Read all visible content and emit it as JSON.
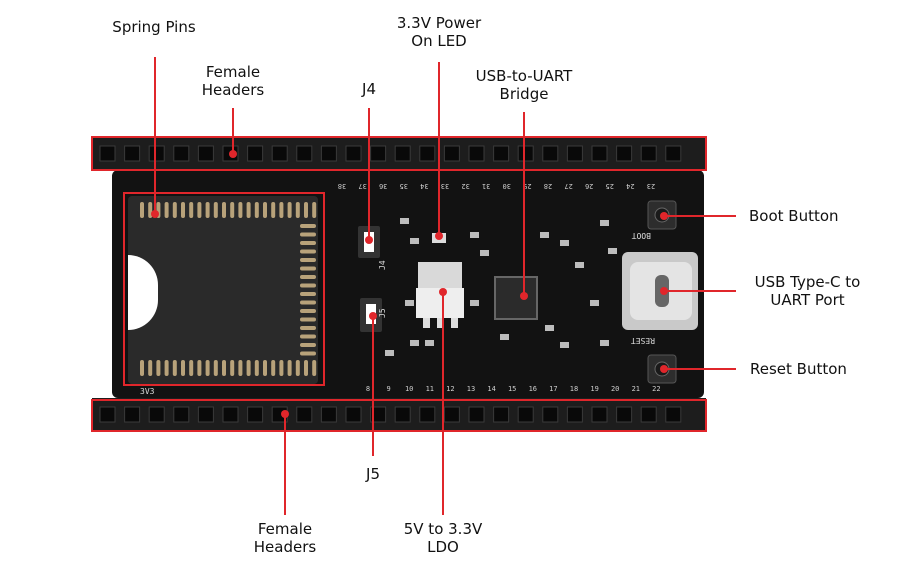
{
  "labels": {
    "spring_pins": [
      "Spring Pins"
    ],
    "female_headers_top": [
      "Female",
      "Headers"
    ],
    "j4": [
      "J4"
    ],
    "power_led": [
      "3.3V Power",
      "On LED"
    ],
    "usb_uart_bridge": [
      "USB-to-UART",
      "Bridge"
    ],
    "boot_button": [
      "Boot Button"
    ],
    "usb_typec": [
      "USB Type-C to",
      "UART Port"
    ],
    "reset_button": [
      "Reset Button"
    ],
    "j5": [
      "J5"
    ],
    "female_headers_bottom": [
      "Female",
      "Headers"
    ],
    "ldo": [
      "5V to 3.3V",
      "LDO"
    ]
  },
  "silk": {
    "boot": "BOOT",
    "reset": "RESET",
    "j4": "J4",
    "j5": "J5",
    "vdd": "3V3",
    "pin_top": [
      "38",
      "37",
      "36",
      "35",
      "34",
      "33",
      "32",
      "31",
      "30",
      "29",
      "28",
      "27",
      "26",
      "25",
      "24",
      "23"
    ],
    "pin_bottom": [
      "8",
      "9",
      "10",
      "11",
      "12",
      "13",
      "14",
      "15",
      "16",
      "17",
      "18",
      "19",
      "20",
      "21",
      "22"
    ]
  },
  "colors": {
    "accent": "#e0262b",
    "board": "#121212",
    "header": "#1c1c1c"
  }
}
